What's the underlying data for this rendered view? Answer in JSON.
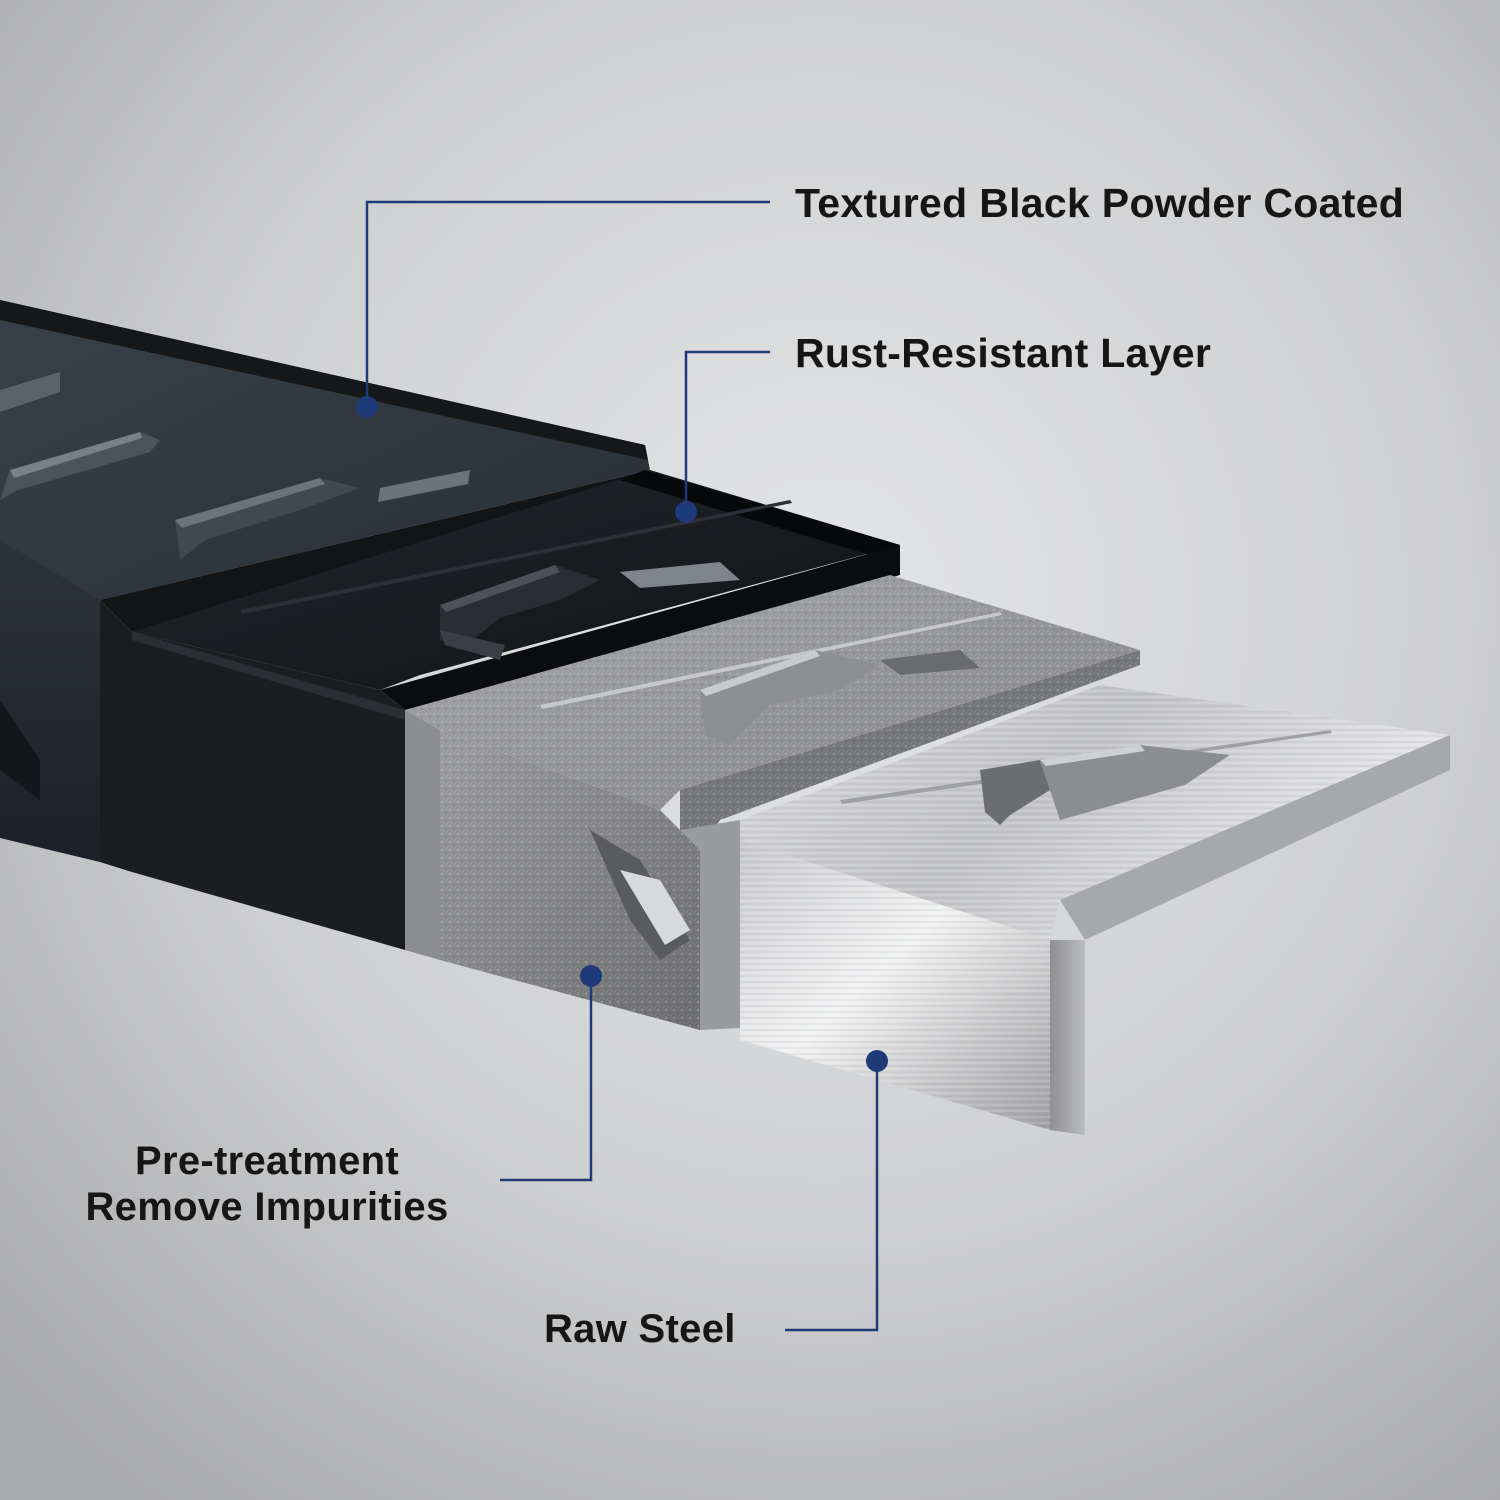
{
  "callouts": {
    "powder_coat": {
      "label": "Textured Black Powder Coated"
    },
    "rust_layer": {
      "label": "Rust-Resistant Layer"
    },
    "pretreatment": {
      "line1": "Pre-treatment",
      "line2": "Remove Impurities"
    },
    "raw_steel": {
      "label": "Raw Steel"
    }
  },
  "colors": {
    "leader_line": "#1f3a78",
    "marker_dot": "#1f3a78",
    "label_text": "#161616",
    "background": "#c9cacc"
  },
  "icons": {
    "marker": "filled-circle"
  }
}
